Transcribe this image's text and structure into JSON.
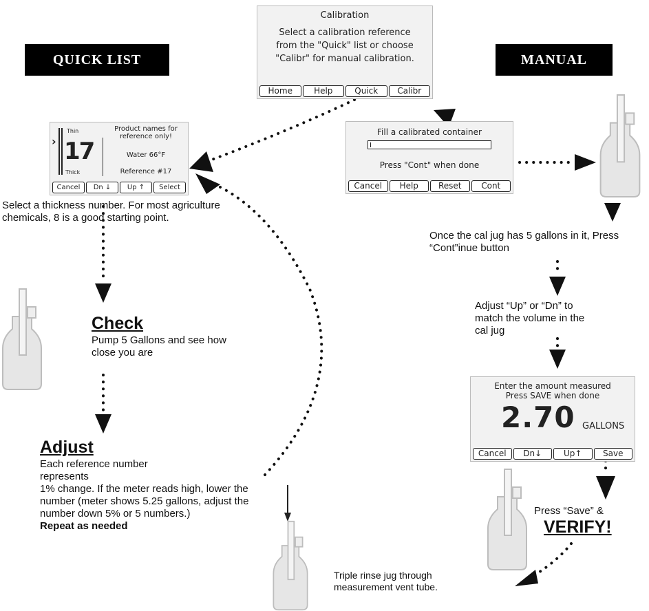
{
  "banners": {
    "quick_list": "QUICK LIST",
    "manual": "MANUAL"
  },
  "calibration_screen": {
    "title": "Calibration",
    "lines": [
      "Select a calibration reference",
      "from the \"Quick\" list or choose",
      "\"Calibr\" for manual calibration."
    ],
    "softkeys": [
      "Home",
      "Help",
      "Quick",
      "Calibr"
    ]
  },
  "quick_screen": {
    "thin_label": "Thin",
    "thick_label": "Thick",
    "number": "17",
    "info_lines": [
      "Product names for",
      "reference only!"
    ],
    "product": "Water 66°F",
    "reference": "Reference #17",
    "softkeys": [
      "Cancel",
      "Dn ↓",
      "Up ↑",
      "Select"
    ]
  },
  "fill_screen": {
    "title": "Fill a calibrated container",
    "prompt": "Press \"Cont\" when done",
    "softkeys": [
      "Cancel",
      "Help",
      "Reset",
      "Cont"
    ]
  },
  "amount_screen": {
    "line1": "Enter the amount measured",
    "line2": "Press SAVE when done",
    "value": "2.70",
    "unit": "GALLONS",
    "softkeys": [
      "Cancel",
      "Dn↓",
      "Up↑",
      "Save"
    ]
  },
  "notes": {
    "select_thickness": "Select a thickness number. For most agriculture chemicals, 8 is a good starting point.",
    "check_heading": "Check",
    "check_body": "Pump 5 Gallons and see how close you are",
    "adjust_heading": "Adjust",
    "adjust_body_1": "Each reference number",
    "adjust_body_2": "represents",
    "adjust_body_3": "1% change. If the meter reads high, lower the number (meter shows 5.25 gallons, adjust the number down 5% or 5 numbers.)",
    "repeat": "Repeat as needed",
    "cal_jug": "Once the cal jug has 5 gallons in it, Press “Cont”inue button",
    "adjust_up_dn": "Adjust “Up” or “Dn” to match the volume in the cal jug",
    "press_save": "Press “Save” &",
    "verify": "VERIFY!",
    "triple_rinse": "Triple rinse jug through measurement vent tube."
  }
}
